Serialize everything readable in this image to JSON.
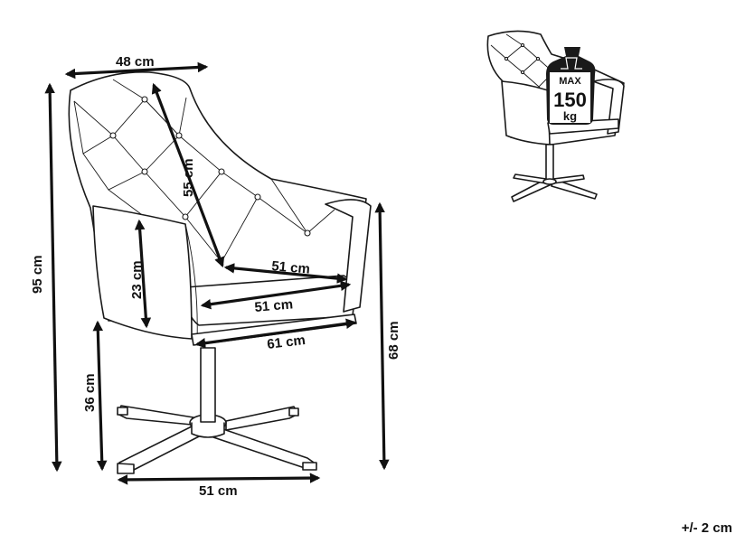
{
  "dimensions": {
    "top_width": "48 cm",
    "backrest": "55 cm",
    "seat_depth": "51 cm",
    "seat_width": "51 cm",
    "overall_width": "61 cm",
    "armrest_height": "23 cm",
    "total_height": "95 cm",
    "seat_height": "36 cm",
    "arm_height": "68 cm",
    "base_width": "51 cm"
  },
  "badge": {
    "max": "MAX",
    "value": "150",
    "unit": "kg"
  },
  "tolerance": "+/- 2 cm",
  "icons": {
    "main": "armchair-side-view",
    "thumbnail": "armchair-thumbnail",
    "weight": "weight-icon"
  }
}
